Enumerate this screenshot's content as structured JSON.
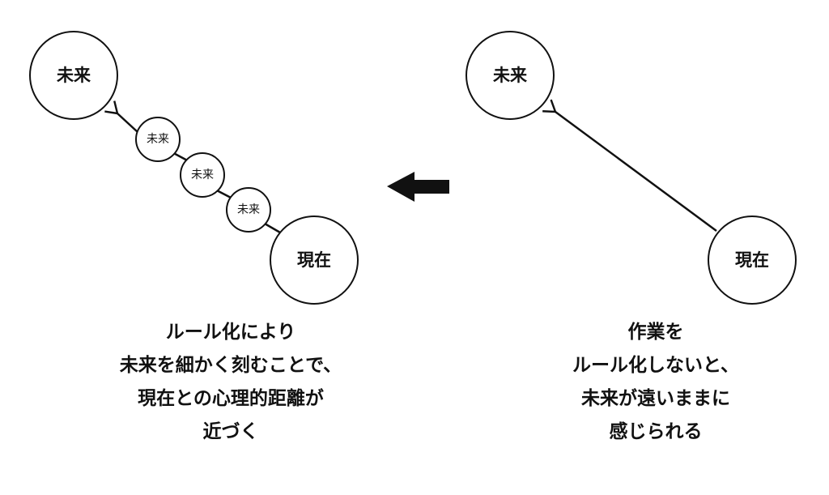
{
  "left_panel": {
    "future_label": "未来",
    "present_label": "現在",
    "steps": [
      "未来",
      "未来",
      "未来"
    ],
    "caption_lines": [
      "ルール化により",
      "未来を細かく刻むことで、",
      "現在との心理的距離が",
      "近づく"
    ]
  },
  "right_panel": {
    "future_label": "未来",
    "present_label": "現在",
    "caption_lines": [
      "作業を",
      "ルール化しないと、",
      "未来が遠いままに",
      "感じられる"
    ]
  },
  "colors": {
    "ink": "#111111",
    "background": "#ffffff"
  }
}
